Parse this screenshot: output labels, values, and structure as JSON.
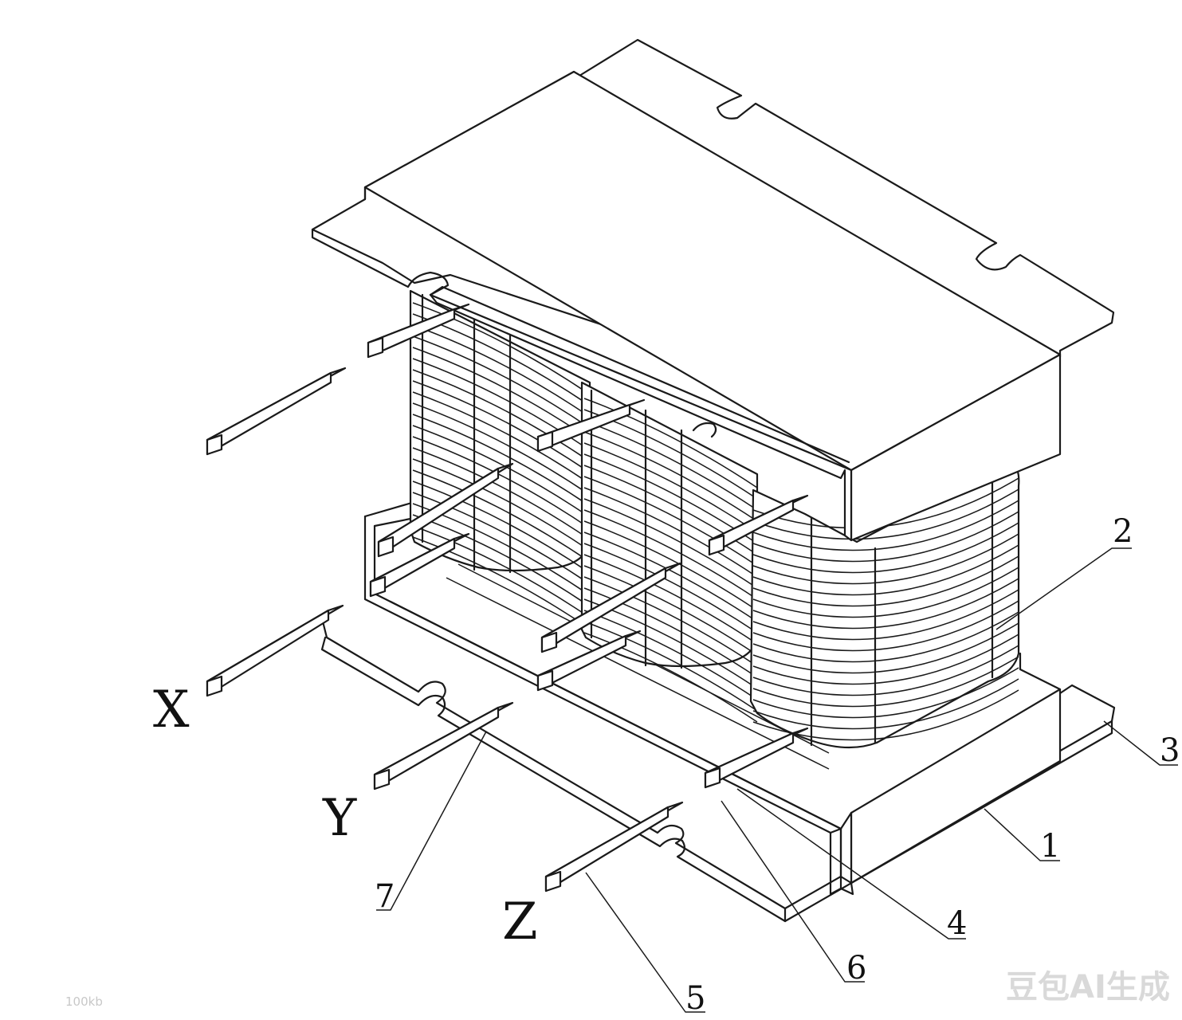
{
  "phase_labels": {
    "x": "X",
    "y": "Y",
    "z": "Z"
  },
  "part_numbers": {
    "p1": "1",
    "p2": "2",
    "p3": "3",
    "p4": "4",
    "p5": "5",
    "p6": "6",
    "p7": "7"
  },
  "watermark": {
    "main": "豆包AI生成",
    "small": "100kb"
  }
}
